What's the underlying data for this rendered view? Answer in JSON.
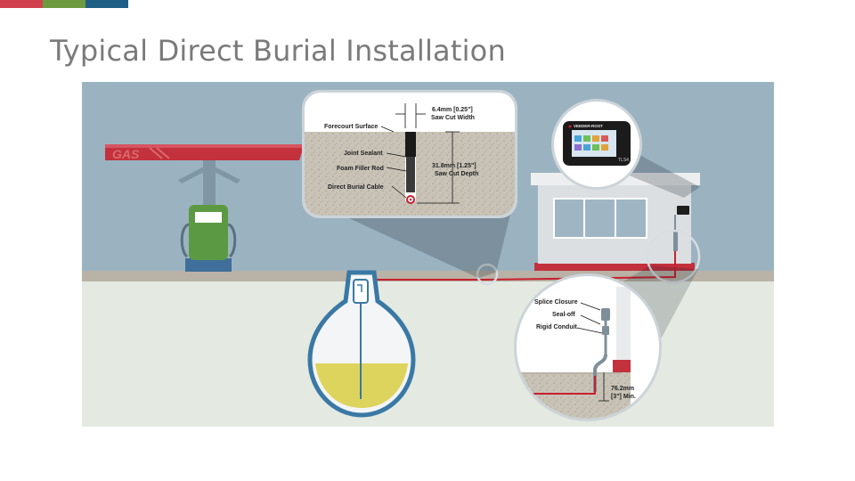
{
  "slide": {
    "title": "Typical Direct Burial Installation"
  },
  "colors": {
    "accent": [
      "#d1404f",
      "#6d9a3f",
      "#1f5f86"
    ],
    "title": "#7a7a7a",
    "sky": "#9bb3c0",
    "ground": "#e4eae1",
    "cable": "#c8202e",
    "fuel": "#ddd45e",
    "tank_ring": "#3a78a5"
  },
  "icons": [
    "gas-canopy-icon",
    "fuel-dispenser-icon",
    "kiosk-building-icon",
    "console-tablet-icon",
    "fuel-tank-icon"
  ],
  "canopy": {
    "sign": "GAS"
  },
  "saw_cut_detail": {
    "forecourt_surface": "Forecourt Surface",
    "joint_sealant": "Joint Sealant",
    "foam_filler_rod": "Foam Filler Rod",
    "direct_burial_cable": "Direct Burial Cable",
    "width_value": "6.4mm [0.25\"]",
    "width_label": "Saw Cut Width",
    "depth_value": "31.8mm [1.25\"]",
    "depth_label": "Saw Cut Depth"
  },
  "console": {
    "brand": "VEEDER-ROOT",
    "model": "TLS4"
  },
  "conduit_detail": {
    "splice_closure": "Splice Closure",
    "seal_off": "Seal-off",
    "rigid_conduit": "Rigid Conduit",
    "min_value": "76.2mm",
    "min_label": "[3\"] Min."
  }
}
